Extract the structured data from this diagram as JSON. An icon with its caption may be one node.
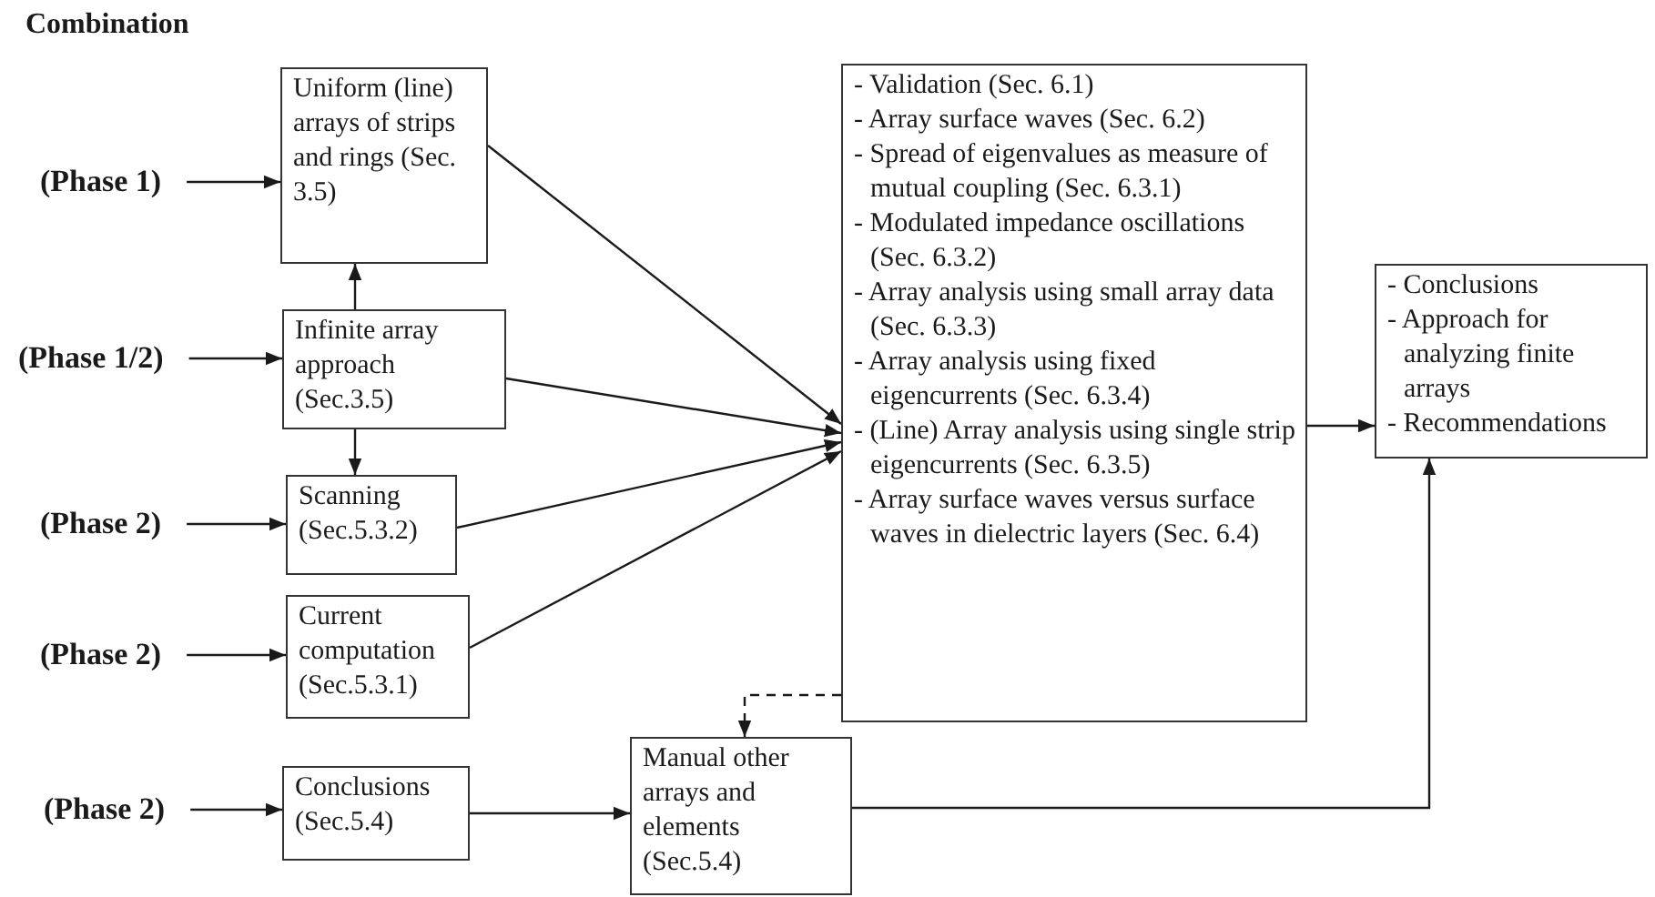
{
  "diagram": {
    "title": "Combination",
    "nodes": [
      {
        "text": [
          "(Phase 1)"
        ]
      },
      {
        "text": [
          "Uniform (line) arrays of strips and rings (Sec. 3.5)"
        ]
      },
      {
        "text": [
          "(Phase 1/2)"
        ]
      },
      {
        "text": [
          "Infinite array approach (Sec.3.5)"
        ]
      },
      {
        "text": [
          "(Phase 2)"
        ]
      },
      {
        "text": [
          "Scanning (Sec.5.3.2)"
        ]
      },
      {
        "text": [
          "(Phase 2)"
        ]
      },
      {
        "text": [
          "Current computation (Sec.5.3.1)"
        ]
      },
      {
        "text": [
          "(Phase 2)"
        ]
      },
      {
        "text": [
          "Conclusions (Sec.5.4)"
        ]
      },
      {
        "text": [
          "- Validation (Sec. 6.1)",
          "- Array surface waves (Sec. 6.2)",
          "- Spread of eigenvalues as measure of mutual coupling (Sec. 6.3.1)",
          "- Modulated impedance oscillations (Sec. 6.3.2)",
          "- Array analysis using small array data (Sec. 6.3.3)",
          "- Array analysis using fixed eigencurrents (Sec. 6.3.4)",
          "- (Line) Array analysis using single strip eigencurrents (Sec. 6.3.5)",
          "- Array surface waves versus surface waves in dielectric layers (Sec. 6.4)"
        ]
      },
      {
        "text": [
          "Manual other arrays and elements (Sec.5.4)"
        ]
      },
      {
        "text": [
          "- Conclusions",
          "- Approach for analyzing finite arrays",
          "- Recommendations"
        ]
      }
    ],
    "edges": [
      {
        "from": 0,
        "to": 1,
        "arrow": "to"
      },
      {
        "from": 2,
        "to": 3,
        "arrow": "to"
      },
      {
        "from": 4,
        "to": 5,
        "arrow": "to"
      },
      {
        "from": 6,
        "to": 7,
        "arrow": "to"
      },
      {
        "from": 8,
        "to": 9,
        "arrow": "to"
      },
      {
        "from": 3,
        "to": 1,
        "arrow": "to"
      },
      {
        "from": 3,
        "to": 5,
        "arrow": "to"
      },
      {
        "from": 1,
        "to": 10,
        "arrow": "to"
      },
      {
        "from": 3,
        "to": 10,
        "arrow": "to"
      },
      {
        "from": 5,
        "to": 10,
        "arrow": "to"
      },
      {
        "from": 7,
        "to": 10,
        "arrow": "to"
      },
      {
        "from": 10,
        "to": 12,
        "arrow": "to"
      },
      {
        "from": 9,
        "to": 11,
        "arrow": "to"
      },
      {
        "from": 11,
        "to": 12,
        "arrow": "to"
      },
      {
        "from": 10,
        "to": 11,
        "arrow": "to",
        "style": "dashed"
      }
    ]
  }
}
